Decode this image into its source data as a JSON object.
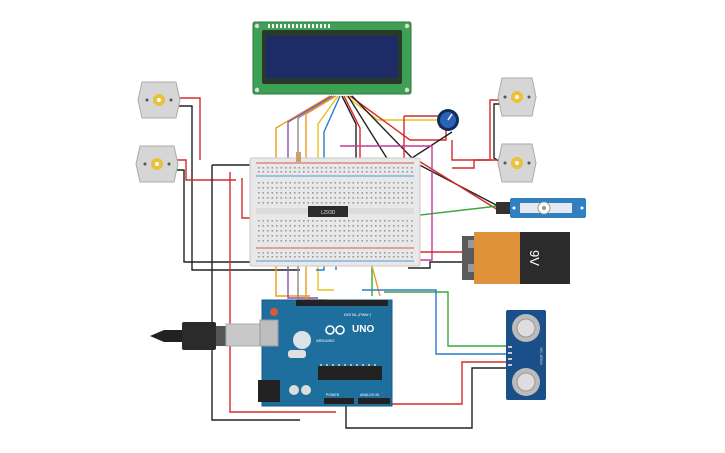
{
  "colors": {
    "background": "#ffffff",
    "lcd_board": "#3ea055",
    "lcd_screen": "#1d2c66",
    "arduino_board": "#1f6f9e",
    "breadboard": "#e8e8e8",
    "battery_orange": "#e0923a",
    "battery_black": "#2b2b2b",
    "sonar_board": "#1a4f8a",
    "servo_blue": "#2f7fc1",
    "motor_gray": "#d6d6d6",
    "motor_gold": "#e9c23a",
    "wire_red": "#d62a2a",
    "wire_black": "#222222",
    "wire_green": "#3aa83a",
    "wire_blue": "#2b7bc8",
    "wire_orange": "#f09a1e",
    "wire_yellow": "#e8c21a",
    "wire_purple": "#8b4fb5",
    "wire_magenta": "#c43a9a",
    "wire_gray": "#8a8a8a"
  },
  "components": {
    "lcd": {
      "name": "lcd-16x2-display"
    },
    "potentiometer": {
      "name": "potentiometer-icon"
    },
    "breadboard": {
      "name": "breadboard"
    },
    "driver_chip": {
      "label": "L293D"
    },
    "battery": {
      "label": "9V"
    },
    "servo": {
      "name": "micro-servo"
    },
    "sonar": {
      "label": "HC-SR04"
    },
    "arduino": {
      "logo": "UNO",
      "brand": "ARDUINO",
      "digital_label": "DIGITAL (PWM~)",
      "power_label": "POWER",
      "analog_label": "ANALOG IN"
    },
    "usb_cable": {
      "name": "usb-cable"
    },
    "motors": [
      {
        "name": "dc-motor-top-left"
      },
      {
        "name": "dc-motor-bottom-left"
      },
      {
        "name": "dc-motor-top-right"
      },
      {
        "name": "dc-motor-bottom-right"
      }
    ]
  }
}
